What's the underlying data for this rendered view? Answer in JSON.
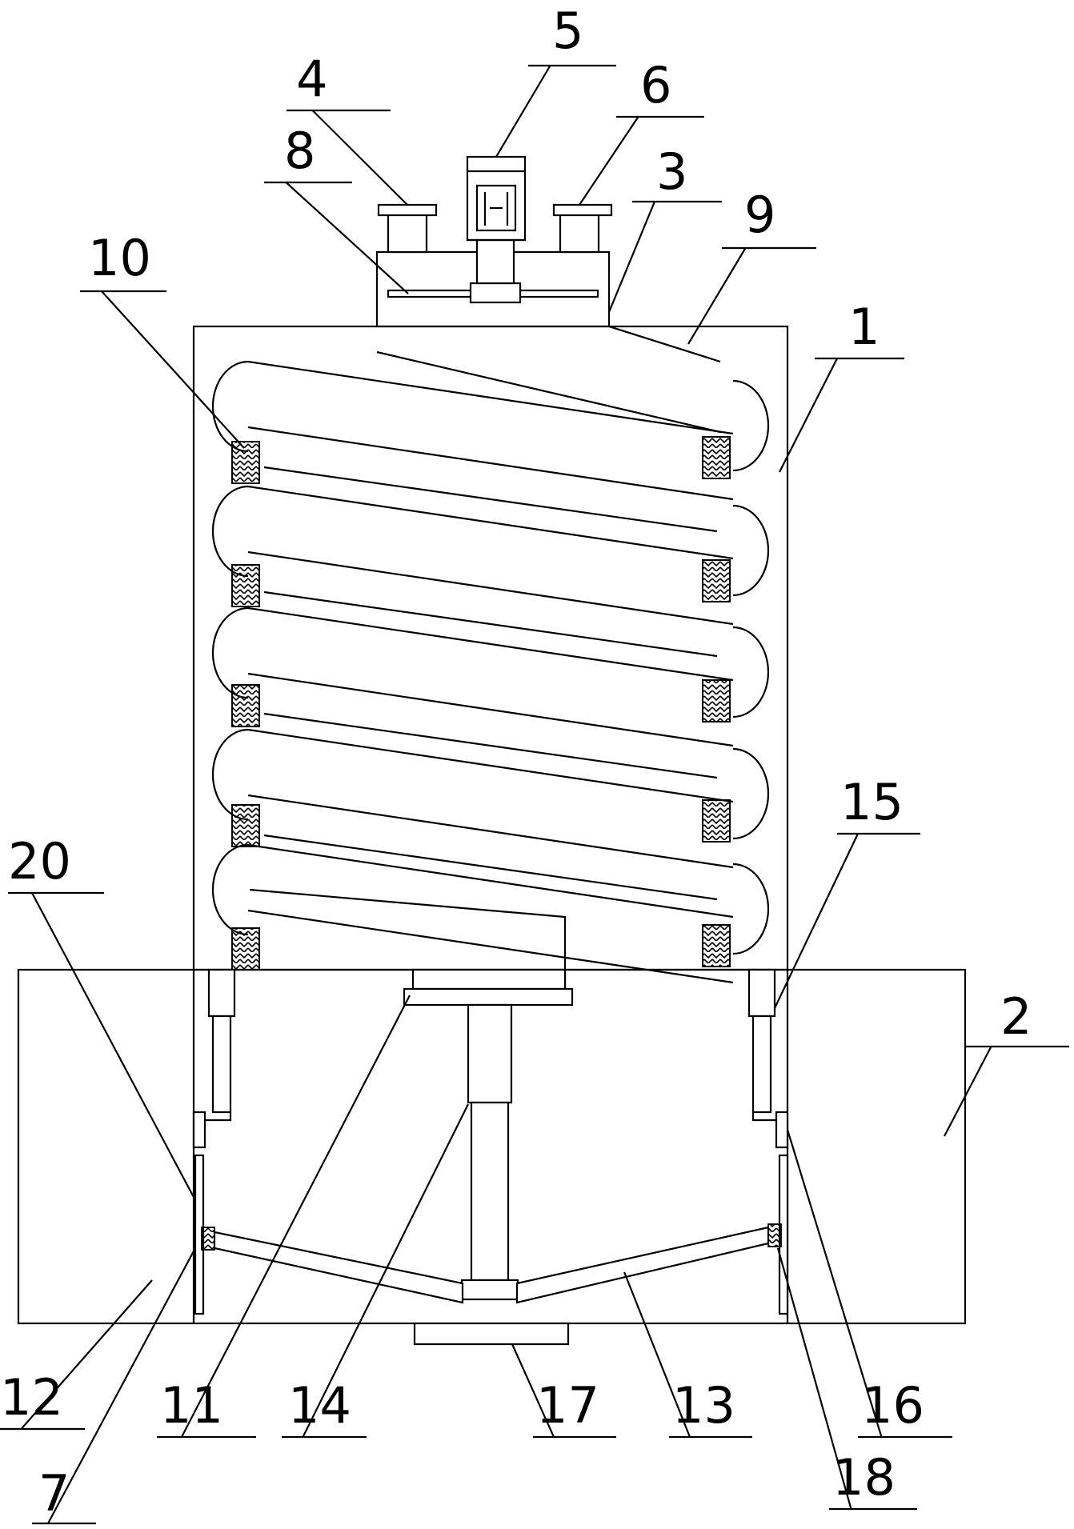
{
  "diagram": {
    "type": "patent-mechanical-drawing",
    "labels": [
      "1",
      "2",
      "3",
      "4",
      "5",
      "6",
      "7",
      "8",
      "9",
      "10",
      "11",
      "12",
      "13",
      "14",
      "15",
      "16",
      "17",
      "18",
      "20"
    ]
  }
}
